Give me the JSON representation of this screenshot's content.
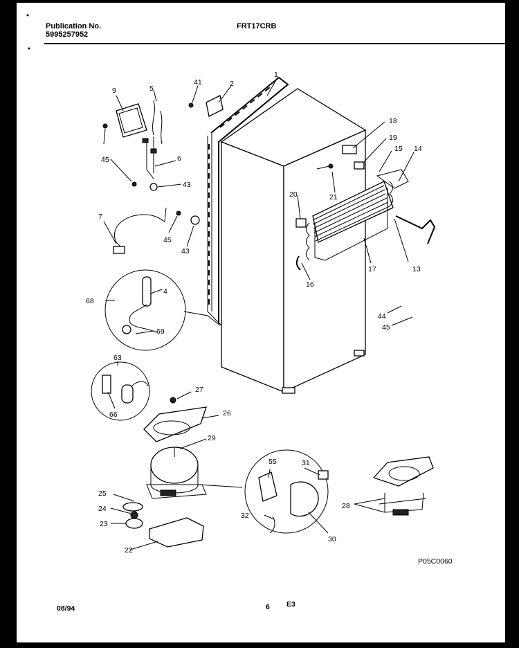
{
  "header": {
    "publication_label": "Publication No.",
    "publication_number": "5995257952",
    "model": "FRT17CRB"
  },
  "footer": {
    "date": "08/94",
    "page_number": "6",
    "section": "E3"
  },
  "diagram": {
    "figure_code": "P05C0060",
    "callouts": [
      "1",
      "2",
      "41",
      "9",
      "5",
      "6",
      "45",
      "43",
      "7",
      "45",
      "43",
      "18",
      "19",
      "15",
      "14",
      "21",
      "20",
      "13",
      "17",
      "16",
      "68",
      "4",
      "69",
      "44",
      "45",
      "63",
      "27",
      "66",
      "26",
      "29",
      "55",
      "31",
      "25",
      "24",
      "23",
      "32",
      "30",
      "28",
      "22"
    ]
  },
  "colors": {
    "ink": "#000000",
    "paper": "#ffffff",
    "border": "#000000"
  }
}
